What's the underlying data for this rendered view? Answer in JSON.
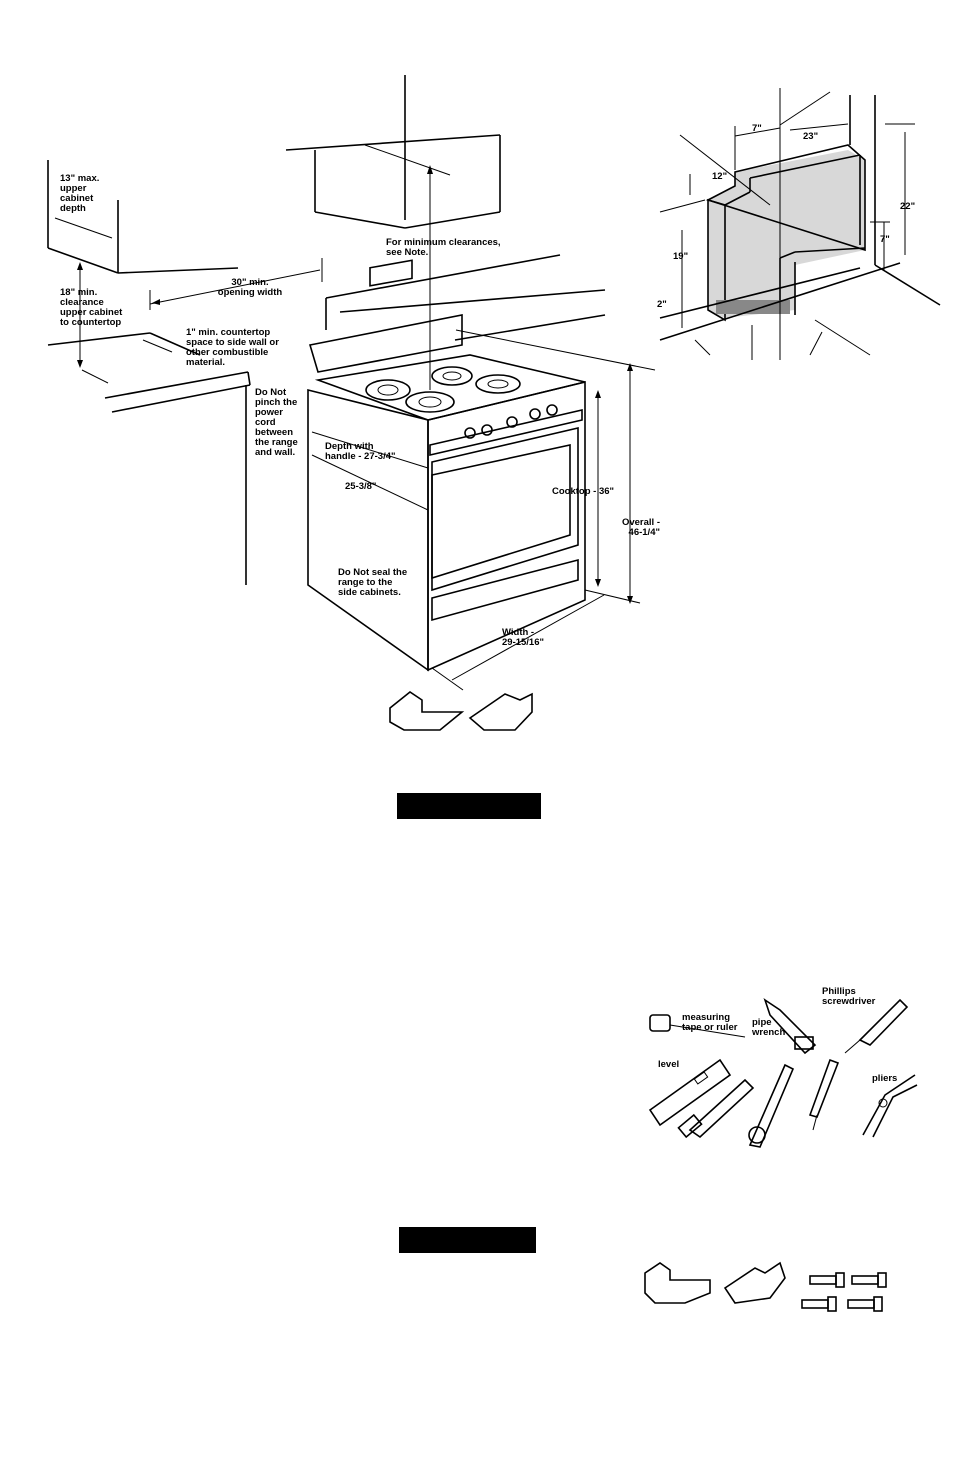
{
  "main_diagram": {
    "labels": {
      "upper_cabinet_depth": "13\" max.\nupper\ncabinet\ndepth",
      "clearance_upper_cabinet": "18\" min.\nclearance\nupper cabinet\nto countertop",
      "opening_width": "30\" min.\nopening width",
      "min_clearances_note": "For minimum clearances,\nsee Note.",
      "countertop_space": "1\" min. countertop\nspace to side wall or\nother combustible\nmaterial.",
      "power_cord": "Do Not\npinch the\npower\ncord\nbetween\nthe range\nand wall.",
      "depth_with_handle": "Depth with\nhandle - 27-3/4\"",
      "depth": "25-3/8\"",
      "cooktop_height": "Cooktop - 36\"",
      "overall_height": "Overall -\n46-1/4\"",
      "do_not_seal": "Do Not seal the\nrange to the\nside cabinets.",
      "width": "Width -\n29-15/16\""
    }
  },
  "cutout_diagram": {
    "labels": {
      "dim_7_top": "7\"",
      "dim_23": "23\"",
      "dim_12": "12\"",
      "dim_22": "22\"",
      "dim_19": "19\"",
      "dim_7_right": "7\"",
      "dim_2": "2\""
    }
  },
  "tools": {
    "labels": {
      "measuring_tape": "measuring\ntape or ruler",
      "pipe_wrench": "pipe\nwrench",
      "phillips": "Phillips\nscrewdriver",
      "level": "level",
      "pliers": "pliers"
    }
  },
  "section_bars": {
    "bar_1": "",
    "bar_2": ""
  }
}
